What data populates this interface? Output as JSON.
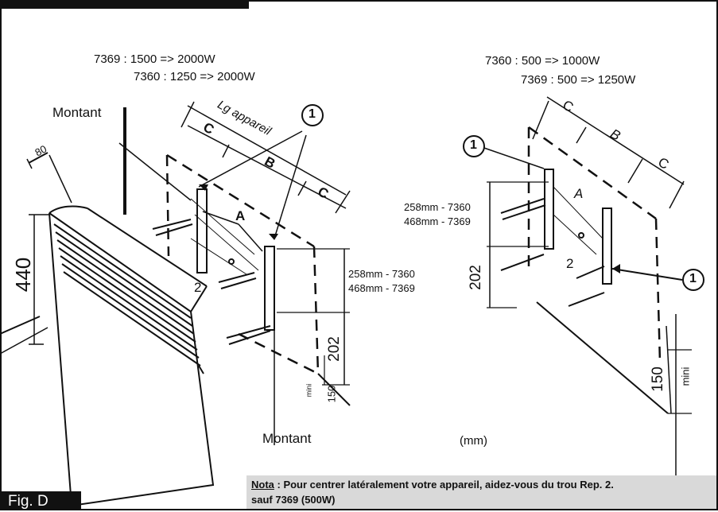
{
  "left": {
    "spec1": "7369 :  1500 => 2000W",
    "spec2": "7360 :  1250 => 2000W",
    "montant_top": "Montant",
    "montant_bottom": "Montant",
    "dim_80": "80",
    "dim_440": "440",
    "lg_appareil": "Lg appareil",
    "c1": "C",
    "b": "B",
    "c2": "C",
    "marker": "1",
    "a": "A",
    "two": "2",
    "spacing1": "258mm - 7360",
    "spacing2": "468mm - 7369",
    "dim_202": "202",
    "mini": "mini",
    "dim_150": "150"
  },
  "right": {
    "spec1": "7360 :  500 => 1000W",
    "spec2": "7369 :  500 => 1250W",
    "c1": "C",
    "b": "B",
    "c2": "C",
    "marker_left": "1",
    "marker_right": "1",
    "a": "A",
    "two": "2",
    "spacing1": "258mm - 7360",
    "spacing2": "468mm - 7369",
    "dim_202": "202",
    "dim_150": "150",
    "mini": "mini",
    "units": "(mm)"
  },
  "figure_label": "Fig. D",
  "nota": {
    "prefix": "Nota",
    "text": " : Pour centrer latéralement votre appareil, aidez-vous du trou Rep. 2.",
    "line2": "sauf 7369 (500W)"
  }
}
